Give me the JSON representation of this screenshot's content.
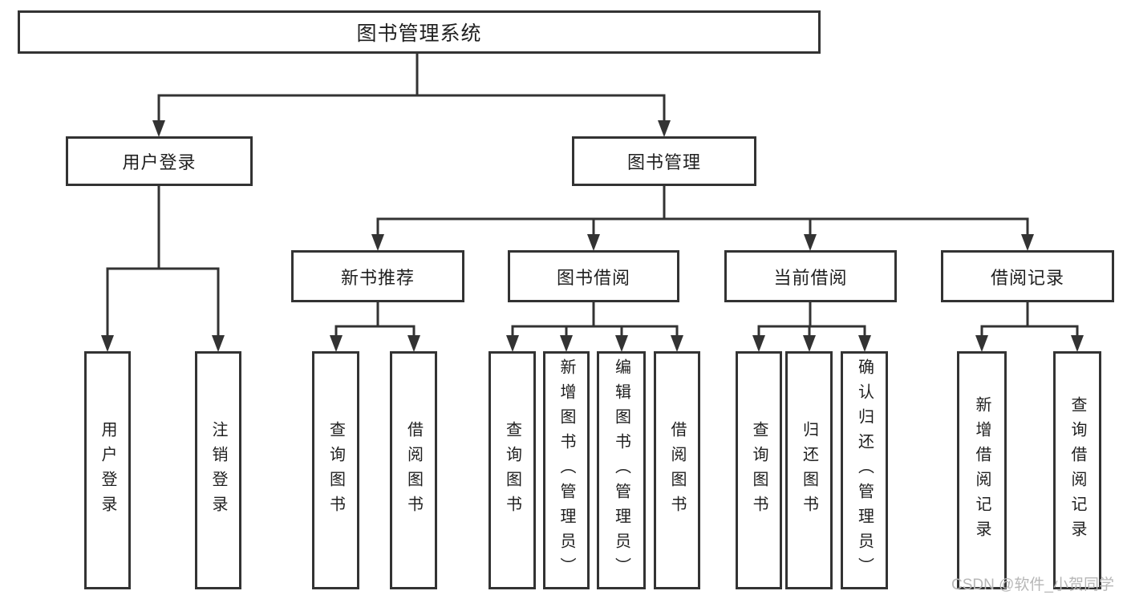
{
  "tree": {
    "label": "图书管理系统",
    "children": [
      {
        "label": "用户登录",
        "children": [
          {
            "label": "用户登录"
          },
          {
            "label": "注销登录"
          }
        ]
      },
      {
        "label": "图书管理",
        "children": [
          {
            "label": "新书推荐",
            "children": [
              {
                "label": "查询图书"
              },
              {
                "label": "借阅图书"
              }
            ]
          },
          {
            "label": "图书借阅",
            "children": [
              {
                "label": "查询图书"
              },
              {
                "label": "新增图书（管理员）"
              },
              {
                "label": "编辑图书（管理员）"
              },
              {
                "label": "借阅图书"
              }
            ]
          },
          {
            "label": "当前借阅",
            "children": [
              {
                "label": "查询图书"
              },
              {
                "label": "归还图书"
              },
              {
                "label": "确认归还（管理员）"
              }
            ]
          },
          {
            "label": "借阅记录",
            "children": [
              {
                "label": "新增借阅记录"
              },
              {
                "label": "查询借阅记录"
              }
            ]
          }
        ]
      }
    ]
  },
  "watermark": {
    "text": "CSDN @软件_小贺同学"
  },
  "colors": {
    "line": "#333333",
    "box_border": "#333333",
    "text": "#1f1f1f",
    "watermark": "#b7b7b7",
    "background": "#ffffff"
  }
}
